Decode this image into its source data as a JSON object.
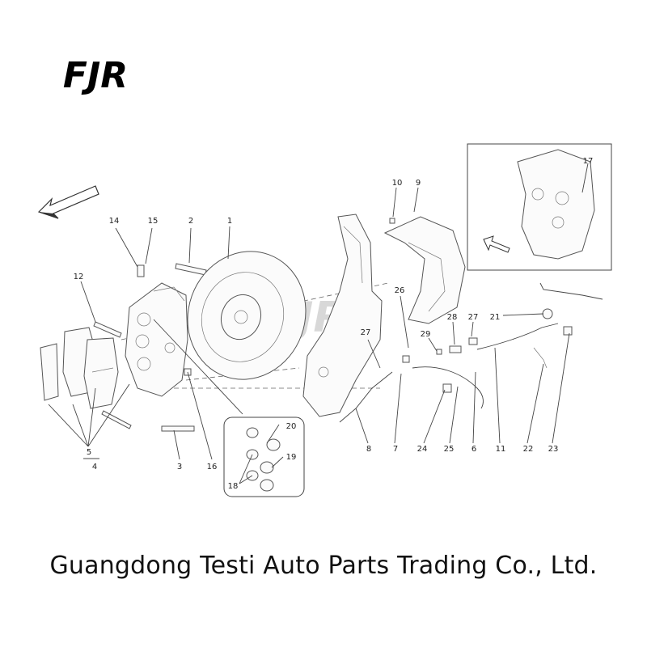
{
  "brand": {
    "logo_text": "FJR"
  },
  "footer": {
    "company": "Guangdong Testi Auto Parts Trading Co., Ltd."
  },
  "callouts": [
    "1",
    "2",
    "3",
    "4",
    "5",
    "6",
    "7",
    "8",
    "9",
    "10",
    "11",
    "12",
    "14",
    "15",
    "16",
    "17",
    "18",
    "19",
    "20",
    "21",
    "22",
    "23",
    "24",
    "25",
    "26",
    "27",
    "27",
    "28",
    "29"
  ]
}
